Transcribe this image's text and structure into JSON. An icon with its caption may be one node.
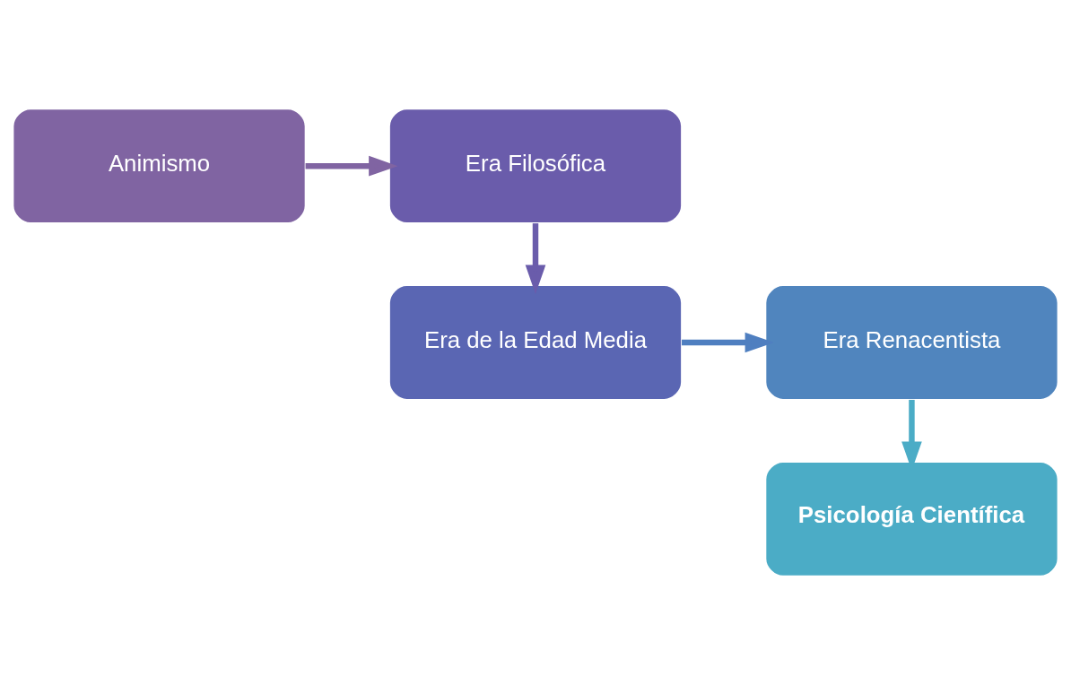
{
  "diagram": {
    "nodes": [
      {
        "text": [
          "Animismo"
        ]
      },
      {
        "text": [
          "Era Filosófica"
        ]
      },
      {
        "text": [
          "Era de la Edad Media"
        ]
      },
      {
        "text": [
          "Era Renacentista"
        ]
      },
      {
        "text": [
          "Psicología Científica"
        ]
      }
    ],
    "edges": [
      {
        "from": 0,
        "to": 1,
        "arrow": "to",
        "color": "#8064a2"
      },
      {
        "from": 1,
        "to": 2,
        "arrow": "to",
        "color": "#6a5cab"
      },
      {
        "from": 2,
        "to": 3,
        "arrow": "to",
        "color": "#4f7fc0"
      },
      {
        "from": 3,
        "to": 4,
        "arrow": "to",
        "color": "#4bacc6"
      }
    ]
  }
}
